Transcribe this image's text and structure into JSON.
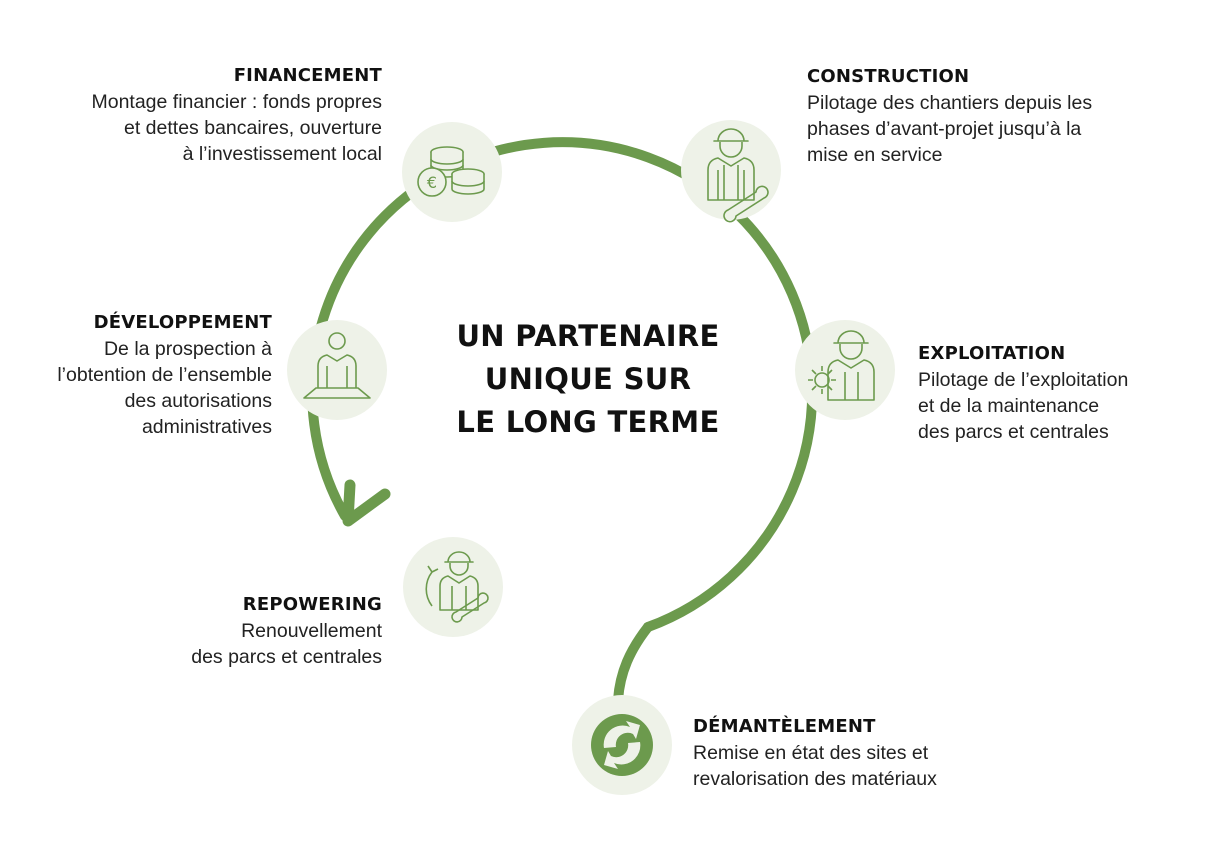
{
  "center": {
    "line1": "UN PARTENAIRE",
    "line2": "UNIQUE SUR",
    "line3": "LE LONG TERME"
  },
  "colors": {
    "ring": "#6c9a4d",
    "circle_bg": "#eef2e8",
    "icon_stroke": "#6c9a4d"
  },
  "steps": {
    "financement": {
      "title": "FINANCEMENT",
      "lines": [
        "Montage financier : fonds propres",
        "et dettes bancaires, ouverture",
        "à l’investissement local"
      ],
      "icon": "coins-euro-icon"
    },
    "construction": {
      "title": "CONSTRUCTION",
      "lines": [
        "Pilotage des chantiers depuis les",
        "phases d’avant-projet jusqu’à la",
        "mise en service"
      ],
      "icon": "worker-wrench-icon"
    },
    "exploitation": {
      "title": "EXPLOITATION",
      "lines": [
        "Pilotage de l’exploitation",
        "et de la maintenance",
        "des parcs et centrales"
      ],
      "icon": "worker-gear-icon"
    },
    "developpement": {
      "title": "DÉVELOPPEMENT",
      "lines": [
        "De la prospection à",
        "l’obtention de l’ensemble",
        "des autorisations",
        "administratives"
      ],
      "icon": "person-plan-icon"
    },
    "repowering": {
      "title": "REPOWERING",
      "lines": [
        "Renouvellement",
        "des parcs et centrales"
      ],
      "icon": "worker-cycle-icon"
    },
    "demantelement": {
      "title": "DÉMANTÈLEMENT",
      "lines": [
        "Remise en état des sites et",
        "revalorisation des matériaux"
      ],
      "icon": "recycle-icon"
    }
  }
}
